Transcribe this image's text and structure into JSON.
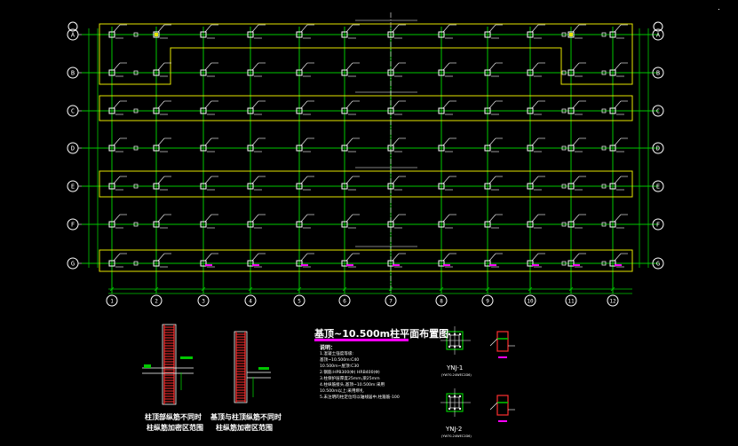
{
  "colors": {
    "background": "#000000",
    "axis_grid": "#00c800",
    "outline": "#e6e600",
    "column": "#ffffff",
    "accent_magenta": "#ff00ff",
    "rebar_red": "#ff3030",
    "window_marker": "#ffffff"
  },
  "plan": {
    "title": "基顶~10.500m柱平面布置图",
    "row_axes": [
      "A",
      "B",
      "C",
      "D",
      "E",
      "F",
      "G"
    ],
    "col_axes": [
      "1",
      "2",
      "3",
      "4",
      "5",
      "6",
      "7",
      "8",
      "9",
      "10",
      "11",
      "12"
    ]
  },
  "notes": {
    "heading": "说明：",
    "lines": [
      "1.混凝土强度等级:",
      "  基顶~10.500m:C40",
      "  10.500m~屋顶:C30",
      "2.钢筋:HPB300(Φ) HRB400(Φ)",
      "3.柱保护层厚度25mm,梁25mm",
      "4.柱纵筋接头,基顶~10.500m:采用",
      "  10.500m以上:采用绑扎",
      "5.未注明的柱定位均以轴线居中,柱箍筋-100"
    ]
  },
  "details": {
    "section_1": {
      "label": "柱顶部纵筋不同时",
      "sub": "柱纵筋加密区范围"
    },
    "section_2": {
      "label": "基顶与柱顶纵筋不同时",
      "sub": "柱纵筋加密区范围"
    },
    "joint_1": {
      "label": "YNJ-1",
      "sub": "(YW70-24WEC2D6)"
    },
    "joint_2": {
      "label": "YNJ-2",
      "sub": "(YW70-24WEC2D6)"
    }
  },
  "icons": [
    "window-corner-marker"
  ]
}
